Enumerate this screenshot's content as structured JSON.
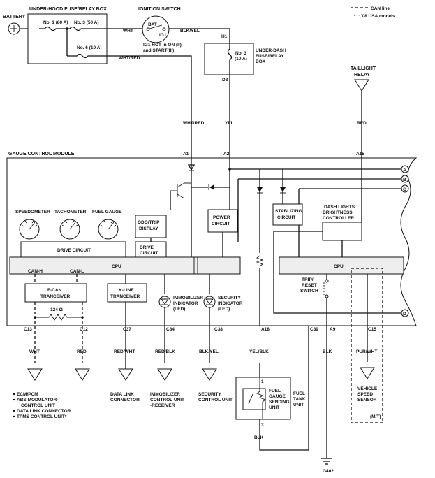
{
  "legend": {
    "can_line": "CAN line",
    "usa_models": ": '08 USA models"
  },
  "components": {
    "battery": "BATTERY",
    "underhood_box": "UNDER-HOOD FUSE/RELAY BOX",
    "fuse1": "No. 1 (80 A)",
    "fuse3": "No. 3 (50 A)",
    "fuse6": "No. 6 (10 A)",
    "ignition_switch": "IGNITION SWITCH",
    "bat": "BAT",
    "ig1": "IG1",
    "ig_note1": "IG1 HOT in ON (II)",
    "ig_note2": "and START(III)",
    "underdash_l1": "UNDER-DASH",
    "underdash_l2": "FUSE/RELAY",
    "underdash_l3": "BOX",
    "fuse_ud3_a": "No. 3",
    "fuse_ud3_b": "(10 A)",
    "h1": "H1",
    "d3": "D3",
    "taillight_l1": "TAILLIGHT",
    "taillight_l2": "RELAY",
    "gcm": "GAUGE CONTROL MODULE",
    "speedometer": "SPEEDOMETER",
    "tachometer": "TACHOMETER",
    "fuel_gauge": "FUEL GAUGE",
    "odo_l1": "ODO/TRIP",
    "odo_l2": "DISPLAY",
    "drive_circuit": "DRIVE CIRCUIT",
    "drive_circuit2_l1": "DRIVE",
    "drive_circuit2_l2": "CIRCUIT",
    "power_l1": "POWER",
    "power_l2": "CIRCUIT",
    "stab_l1": "STABLIZING",
    "stab_l2": "CIRCUIT",
    "dash_l1": "DASH LIGHTS",
    "dash_l2": "BRIGHTNESS",
    "dash_l3": "CONTROLLER",
    "cpu1": "CPU",
    "cpu2": "CPU",
    "can_h": "CAN-H",
    "can_l": "CAN-L",
    "fcan_l1": "F-CAN",
    "fcan_l2": "TRANCEIVER",
    "kline_l1": "K-LINE",
    "kline_l2": "TRANCEIVER",
    "resistor": "124 Ω",
    "immo_l1": "IMMOBILIZER",
    "immo_l2": "INDICATOR",
    "immo_l3": "(LED)",
    "sec_l1": "SECURITY",
    "sec_l2": "INDICATOR",
    "sec_l3": "(LED)",
    "trip_l1": "TRIP/",
    "trip_l2": "RESET",
    "trip_l3": "SWITCH",
    "fuel_send_l1": "FUEL",
    "fuel_send_l2": "GAUGE",
    "fuel_send_l3": "SENDING",
    "fuel_send_l4": "UNIT",
    "fuel_tank_l1": "FUEL",
    "fuel_tank_l2": "TANK",
    "fuel_tank_l3": "UNIT",
    "pin1": "1",
    "pin3": "3",
    "g402": "G402"
  },
  "pins": {
    "a1": "A1",
    "a2": "A2",
    "a15": "A15",
    "c13": "C13",
    "c12": "C12",
    "c37": "C37",
    "c34": "C34",
    "c38": "C38",
    "a18": "A18",
    "c39": "C39",
    "a9": "A9",
    "c15": "C15"
  },
  "connectors": {
    "a": "A",
    "b": "B",
    "c": "C",
    "d": "D"
  },
  "wires": {
    "wht": "WHT",
    "blk_yel": "BLK/YEL",
    "wht_red": "WHT/RED",
    "wht_red2": "WHT/RED",
    "yel": "YEL",
    "red": "RED",
    "wht2": "WHT",
    "red2": "RED",
    "red_wht": "RED/WHT",
    "red_blk": "RED/BLK",
    "blk_yel2": "BLK/YEL",
    "yel_blk": "YEL/BLK",
    "blk": "BLK",
    "pur_wht": "PUR/WHT",
    "blk2": "BLK"
  },
  "destinations": {
    "ecm": "ECM/PCM",
    "abs1": "ABS MODULATOR-",
    "abs2": "CONTROL UNIT",
    "dlc": "DATA LINK CONNECTOR",
    "tpms": "TPMS CONTROL UNIT*",
    "data_link_l1": "DATA LINK",
    "data_link_l2": "CONNECTOR",
    "immo_unit_l1": "IMMOBILIZER",
    "immo_unit_l2": "CONTROL UNIT",
    "immo_unit_l3": "-RECEIVER",
    "sec_unit_l1": "SECURITY",
    "sec_unit_l2": "CONTROL UNIT",
    "vss_l1": "VEHICLE",
    "vss_l2": "SPEED",
    "vss_l3": "SENSOR",
    "mt": "(M/T)"
  }
}
